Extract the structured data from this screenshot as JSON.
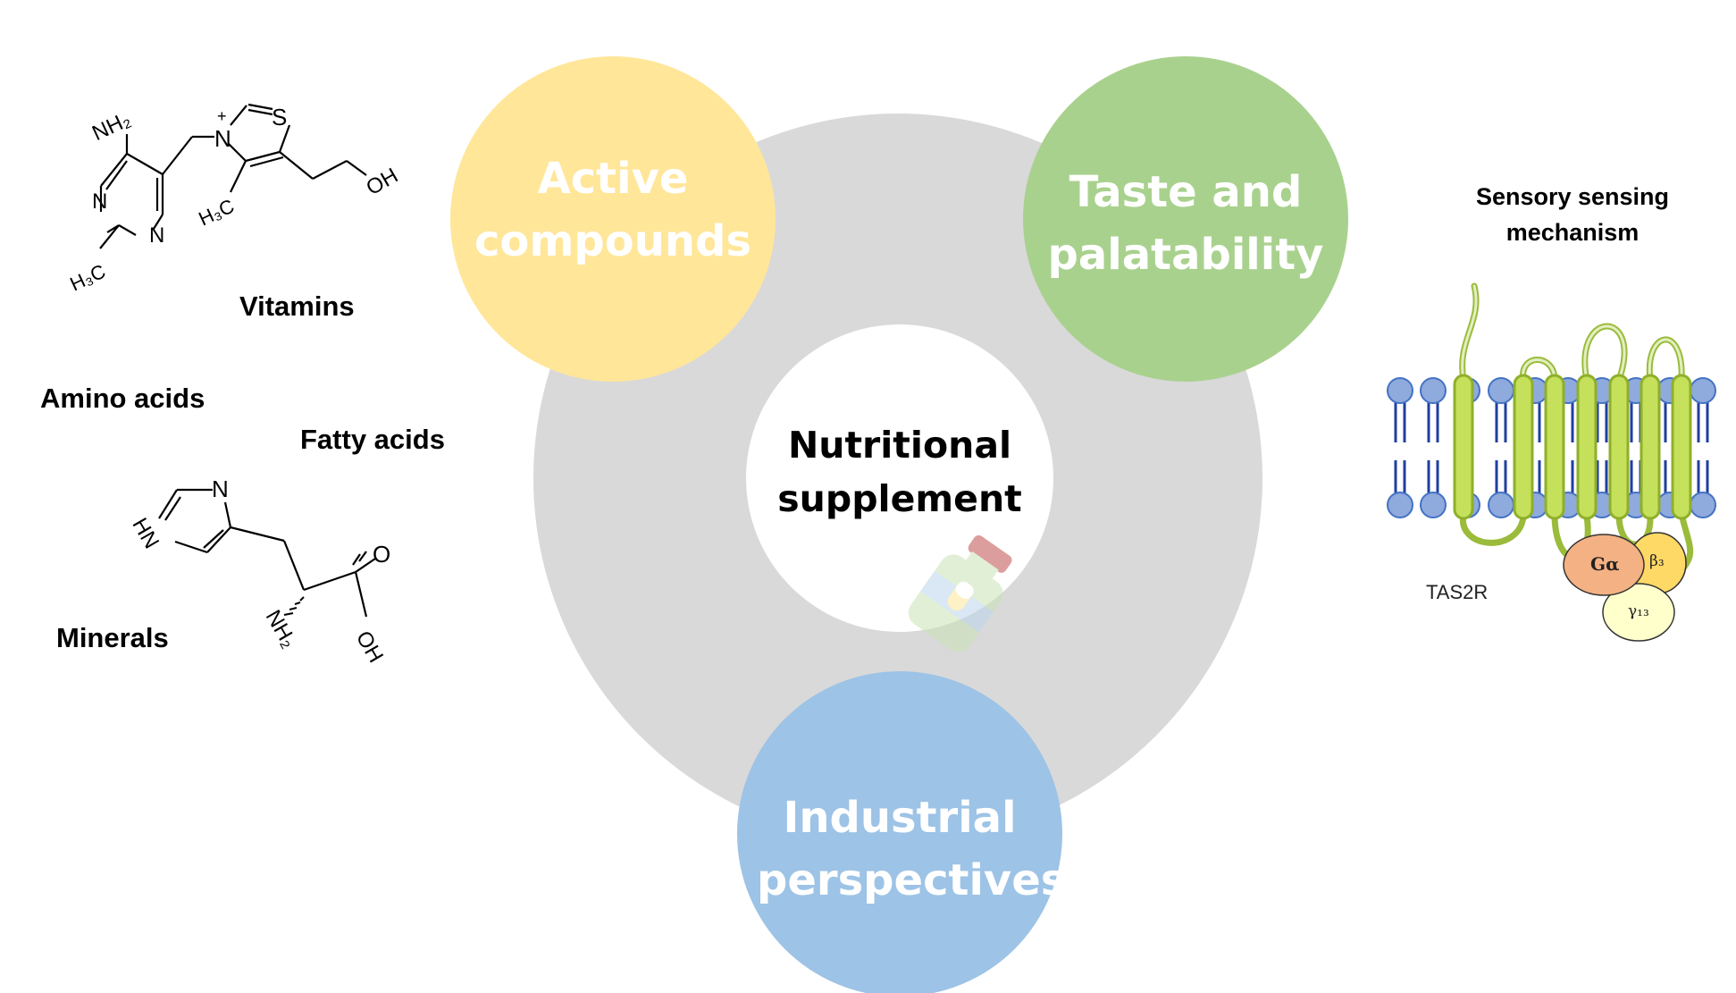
{
  "center": {
    "line1": "Nutritional",
    "line2": "supplement"
  },
  "circles": {
    "active": {
      "line1": "Active",
      "line2": "compounds",
      "color": "#FFE699"
    },
    "taste": {
      "line1": "Taste and",
      "line2": "palatability",
      "color": "#A9D18E"
    },
    "industrial": {
      "line1": "Industrial",
      "line2": "perspectives",
      "color": "#9DC3E6"
    }
  },
  "ring_color": "#D9D9D9",
  "left_labels": {
    "vitamins": "Vitamins",
    "amino_acids": "Amino acids",
    "fatty_acids": "Fatty acids",
    "minerals": "Minerals"
  },
  "right_panel": {
    "title_line1": "Sensory sensing",
    "title_line2": "mechanism",
    "receptor": "TAS2R",
    "g_alpha": "Gα",
    "beta": "β₃",
    "gamma": "γ₁₃"
  },
  "chem": {
    "thiamine": {
      "nh2": "NH₂",
      "n_plus": "N",
      "plus": "+",
      "s": "S",
      "n1": "N",
      "n2": "N",
      "h3c_1": "H₃C",
      "h3c_2": "H₃C",
      "oh": "OH"
    },
    "histidine": {
      "n": "N",
      "hn": "HN",
      "o": "O",
      "oh": "OH",
      "nh2": "NH₂"
    }
  }
}
